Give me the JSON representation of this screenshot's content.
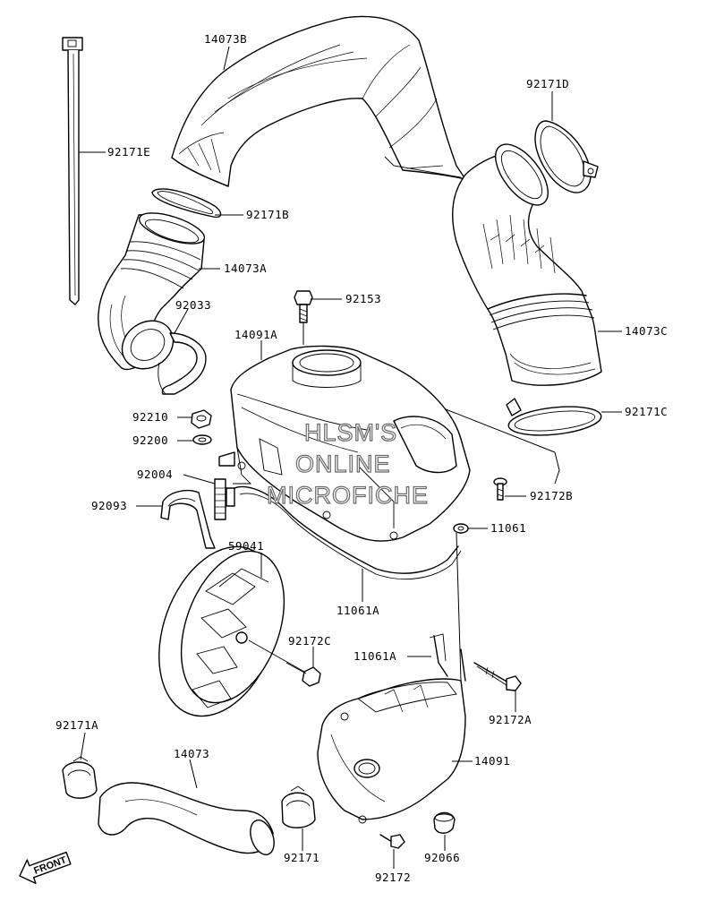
{
  "watermark": [
    "HLSM'S",
    "ONLINE",
    "MICROFICHE"
  ],
  "front_badge": "FRONT",
  "labels": {
    "p14073B": "14073B",
    "p92171E": "92171E",
    "p92171D": "92171D",
    "p92171B": "92171B",
    "p14073A": "14073A",
    "p92153": "92153",
    "p92033": "92033",
    "p14091A": "14091A",
    "p14073C": "14073C",
    "p92210": "92210",
    "p92171C": "92171C",
    "p92200": "92200",
    "p92004": "92004",
    "p92172B": "92172B",
    "p92093": "92093",
    "p11061": "11061",
    "p59041": "59041",
    "p11061A_1": "11061A",
    "p92172C": "92172C",
    "p11061A_2": "11061A",
    "p92172A": "92172A",
    "p92171A": "92171A",
    "p14073": "14073",
    "p14091": "14091",
    "p92171": "92171",
    "p92066": "92066",
    "p92172": "92172"
  }
}
